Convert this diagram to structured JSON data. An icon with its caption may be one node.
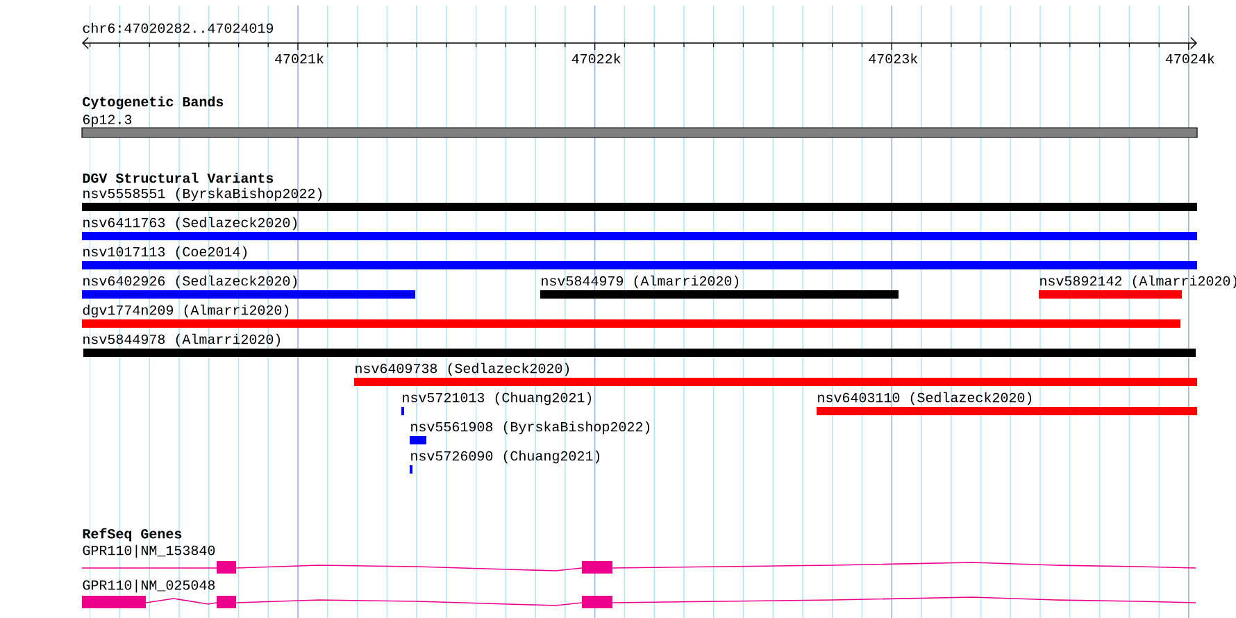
{
  "diagram": {
    "nodes": [
      {
        "text": [
          "6p12.3"
        ]
      },
      {
        "text": [
          "nsv5558551 (ByrskaBishop2022)"
        ]
      },
      {
        "text": [
          "nsv6411763 (Sedlazeck2020)"
        ]
      },
      {
        "text": [
          "nsv1017113 (Coe2014)"
        ]
      },
      {
        "text": [
          "nsv6402926 (Sedlazeck2020)"
        ]
      },
      {
        "text": [
          "nsv5844979 (Almarri2020)"
        ]
      },
      {
        "text": [
          "nsv5892142 (Almarri2020)"
        ]
      },
      {
        "text": [
          "dgv1774n209 (Almarri2020)"
        ]
      },
      {
        "text": [
          "nsv5844978 (Almarri2020)"
        ]
      },
      {
        "text": [
          "nsv6409738 (Sedlazeck2020)"
        ]
      },
      {
        "text": [
          "nsv5721013 (Chuang2021)"
        ]
      },
      {
        "text": [
          "nsv6403110 (Sedlazeck2020)"
        ]
      },
      {
        "text": [
          "nsv5561908 (ByrskaBishop2022)"
        ]
      },
      {
        "text": [
          "nsv5726090 (Chuang2021)"
        ]
      },
      {
        "text": [
          "GPR110|NM_153840"
        ]
      },
      {
        "text": [
          "GPR110|NM_025048"
        ]
      }
    ],
    "labels": [
      "chr6:47020282..47024019",
      "47021k",
      "47022k",
      "47023k",
      "47024k",
      "Cytogenetic Bands",
      "DGV Structural Variants",
      "RefSeq Genes"
    ]
  }
}
